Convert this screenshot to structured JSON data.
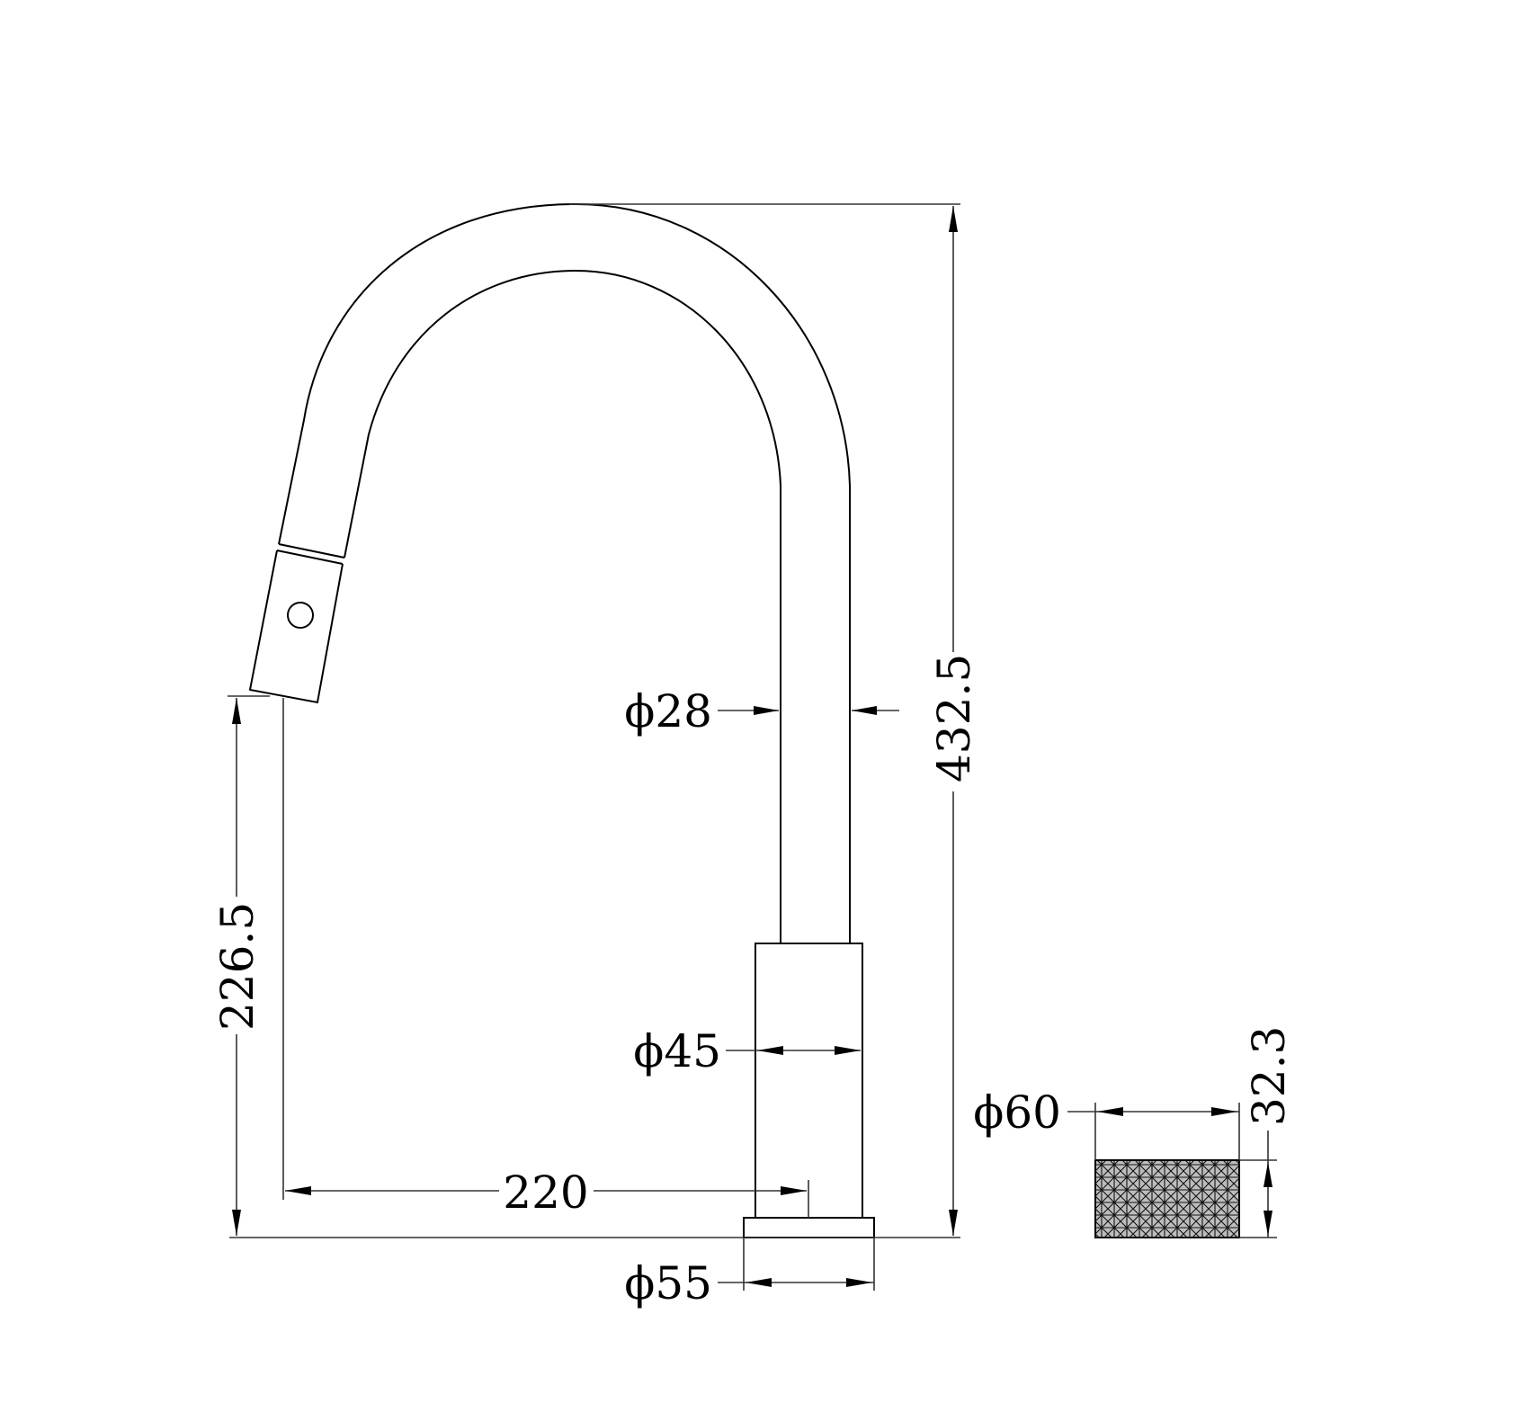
{
  "drawing": {
    "subject": "Pull-out kitchen faucet side elevation with knurled base ring",
    "units": "mm"
  },
  "dimensions": {
    "overall_height": {
      "label": "432.5",
      "value": 432.5
    },
    "spout_outlet_height": {
      "label": "226.5",
      "value": 226.5
    },
    "spout_reach": {
      "label": "220",
      "value": 220
    },
    "spout_tube_diameter": {
      "label": "ϕ28",
      "value": 28
    },
    "body_diameter": {
      "label": "ϕ45",
      "value": 45
    },
    "base_diameter": {
      "label": "ϕ55",
      "value": 55
    },
    "knurled_ring_diameter": {
      "label": "ϕ60",
      "value": 60
    },
    "knurled_ring_height": {
      "label": "32.3",
      "value": 32.3
    }
  },
  "colors": {
    "line": "#000000",
    "background": "#ffffff"
  }
}
